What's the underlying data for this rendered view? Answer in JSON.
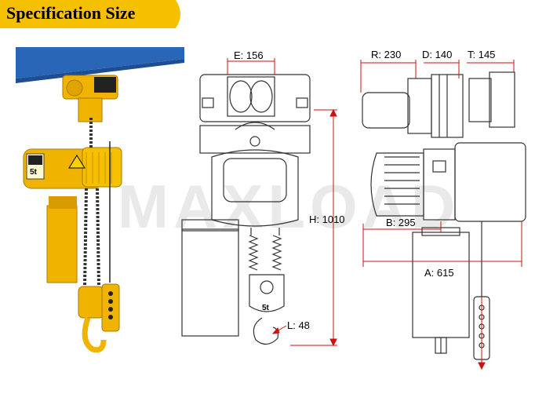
{
  "title": "Specification Size",
  "watermark": "MAXLOAD",
  "hoist_badge": "5t",
  "hook_label": "5t",
  "colors": {
    "banner": "#f5c000",
    "hoist_body": "#f0b400",
    "beam": "#2a66b8",
    "dim_line": "#cc1111"
  },
  "dimensions": {
    "E": "E: 156",
    "H": "H: 1010",
    "L": "L: 48",
    "R": "R: 230",
    "D": "D: 140",
    "T": "T: 145",
    "B": "B: 295",
    "A": "A: 615"
  }
}
